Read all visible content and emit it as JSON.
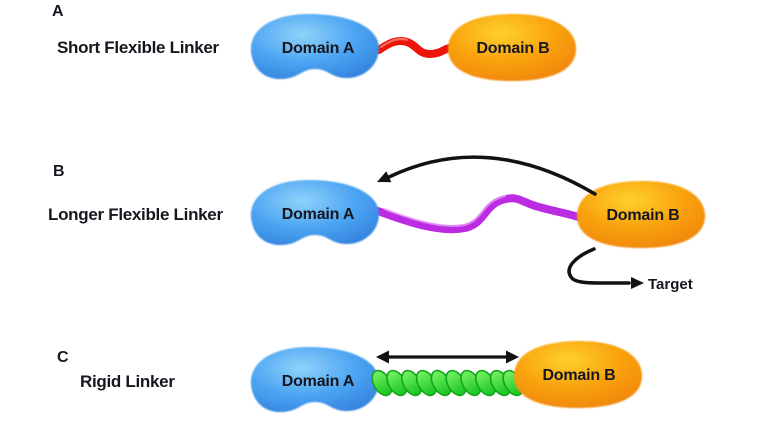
{
  "panels": [
    {
      "letter": "A",
      "title": "Short Flexible Linker",
      "domain_a_label": "Domain A",
      "domain_b_label": "Domain B",
      "linker": {
        "type": "short-flexible-wavy",
        "color": "#ed1509",
        "highlight": "#ff8d7e"
      }
    },
    {
      "letter": "B",
      "title": "Longer Flexible Linker",
      "domain_a_label": "Domain A",
      "domain_b_label": "Domain B",
      "linker": {
        "type": "long-flexible-wavy",
        "color": "#bb2be2",
        "highlight": "#eaa6f8"
      },
      "target_label": "Target"
    },
    {
      "letter": "C",
      "title": "Rigid Linker",
      "domain_a_label": "Domain A",
      "domain_b_label": "Domain B",
      "linker": {
        "type": "rigid-helical-coil",
        "color": "#2bd32b",
        "outline": "#12a51c"
      }
    }
  ],
  "colors": {
    "domain_a_fill": "#3b8ae8",
    "domain_b_fill": "#f6930b",
    "arrow": "#121212",
    "background": "#ffffff",
    "label_text": "#16161f"
  }
}
